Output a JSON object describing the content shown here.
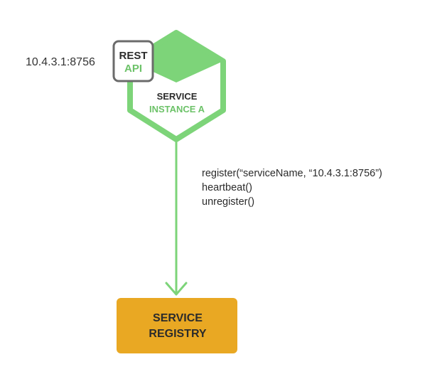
{
  "address_label": "10.4.3.1:8756",
  "rest_api": {
    "line1": "REST",
    "line2": "API"
  },
  "service_instance": {
    "line1": "SERVICE",
    "line2": "INSTANCE A"
  },
  "calls": [
    "register(“serviceName, “10.4.3.1:8756”)",
    "heartbeat()",
    "unregister()"
  ],
  "service_registry": {
    "line1": "SERVICE",
    "line2": "REGISTRY"
  },
  "colors": {
    "green": "#7dd479",
    "green_text": "#6cc268",
    "registry_fill": "#e9a823",
    "dark_text": "#2b2b2b",
    "badge_border": "#6b6b6b"
  }
}
